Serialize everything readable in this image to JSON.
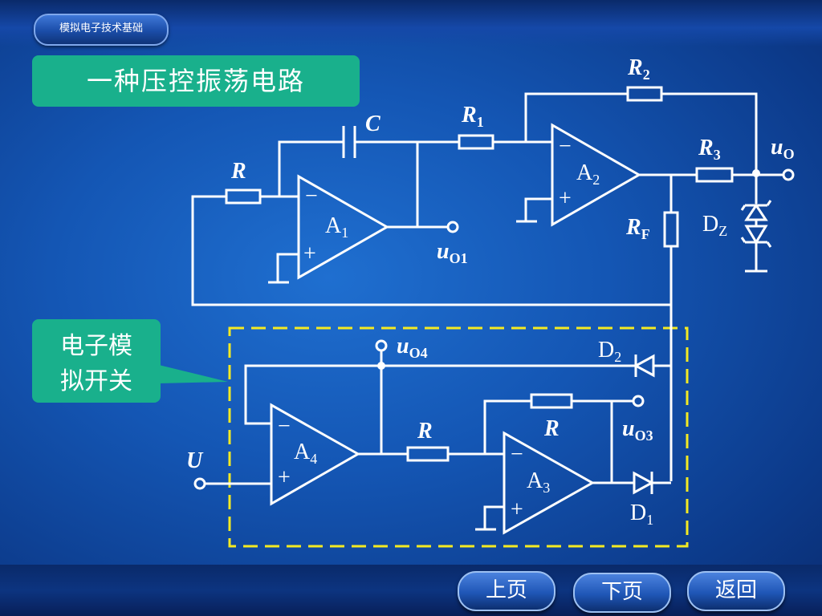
{
  "header": {
    "brand": "模拟电子技术基础"
  },
  "title": "一种压控振荡电路",
  "callout": {
    "line1": "电子模",
    "line2": "拟开关"
  },
  "labels": {
    "R": "R",
    "C": "C",
    "R1": "R",
    "R1_sub": "1",
    "R2": "R",
    "R2_sub": "2",
    "R3": "R",
    "R3_sub": "3",
    "RF": "R",
    "RF_sub": "F",
    "DZ": "D",
    "DZ_sub": "Z",
    "A1": "A",
    "A1_sub": "1",
    "A2": "A",
    "A2_sub": "2",
    "A3": "A",
    "A3_sub": "3",
    "A4": "A",
    "A4_sub": "4",
    "uO": "u",
    "uO_sub": "O",
    "uO1": "u",
    "uO1_sub": "O1",
    "uO3": "u",
    "uO3_sub": "O3",
    "uO4": "u",
    "uO4_sub": "O4",
    "D1": "D",
    "D1_sub": "1",
    "D2": "D",
    "D2_sub": "2",
    "U": "U",
    "Rs1": "R",
    "Rs2": "R",
    "minus": "−",
    "plus": "+"
  },
  "nav": {
    "prev": "上页",
    "next": "下页",
    "back": "返回"
  }
}
